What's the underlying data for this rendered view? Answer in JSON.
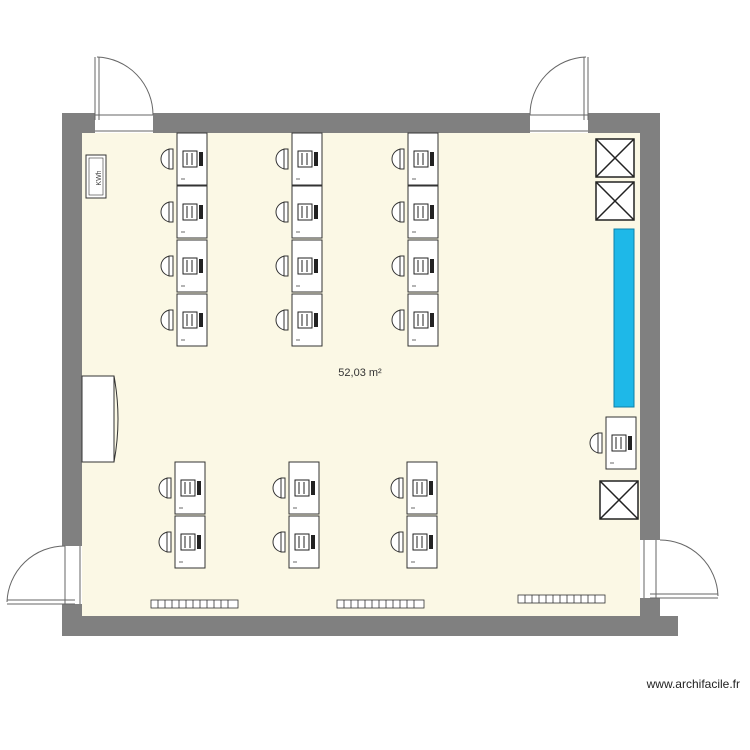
{
  "plan": {
    "area_label": "52,03 m²",
    "meter_label": "KWh",
    "watermark": "www.archifacile.fr",
    "colors": {
      "wall": "#808080",
      "floor": "#fbf8e5",
      "cabinet": "#1eb8e8",
      "line": "#333333"
    }
  }
}
